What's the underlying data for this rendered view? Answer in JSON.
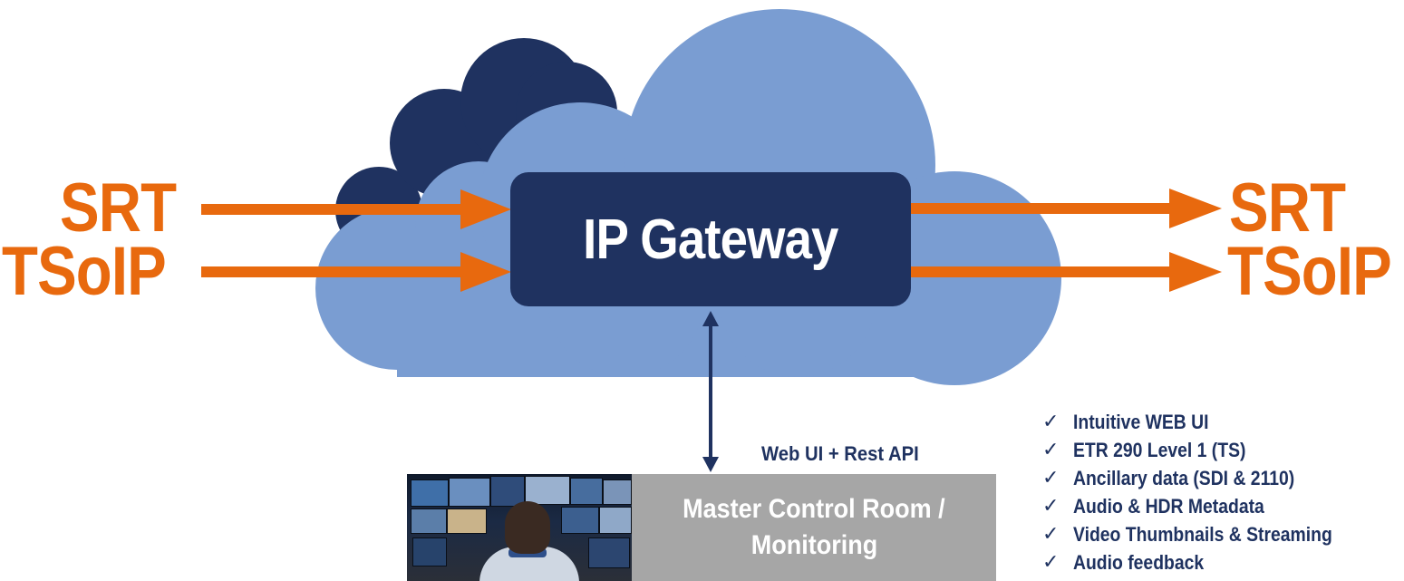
{
  "colors": {
    "accent_orange": "#E8690E",
    "navy": "#1F3260",
    "cloud_light": "#7A9DD2",
    "cloud_dark": "#1F3260",
    "mcr_gray": "#A6A6A6"
  },
  "inputs": {
    "srt_label": "SRT",
    "tsoip_label": "TSoIP"
  },
  "outputs": {
    "srt_label": "SRT",
    "tsoip_label": "TSoIP"
  },
  "gateway": {
    "title": "IP Gateway"
  },
  "link": {
    "label": "Web UI + Rest API"
  },
  "mcr": {
    "line1": "Master Control Room /",
    "line2": "Monitoring"
  },
  "features": [
    "Intuitive WEB UI",
    "ETR 290 Level 1 (TS)",
    "Ancillary data (SDI & 2110)",
    "Audio & HDR Metadata",
    "Video Thumbnails & Streaming",
    "Audio feedback"
  ],
  "icons": {
    "check": "✓"
  }
}
